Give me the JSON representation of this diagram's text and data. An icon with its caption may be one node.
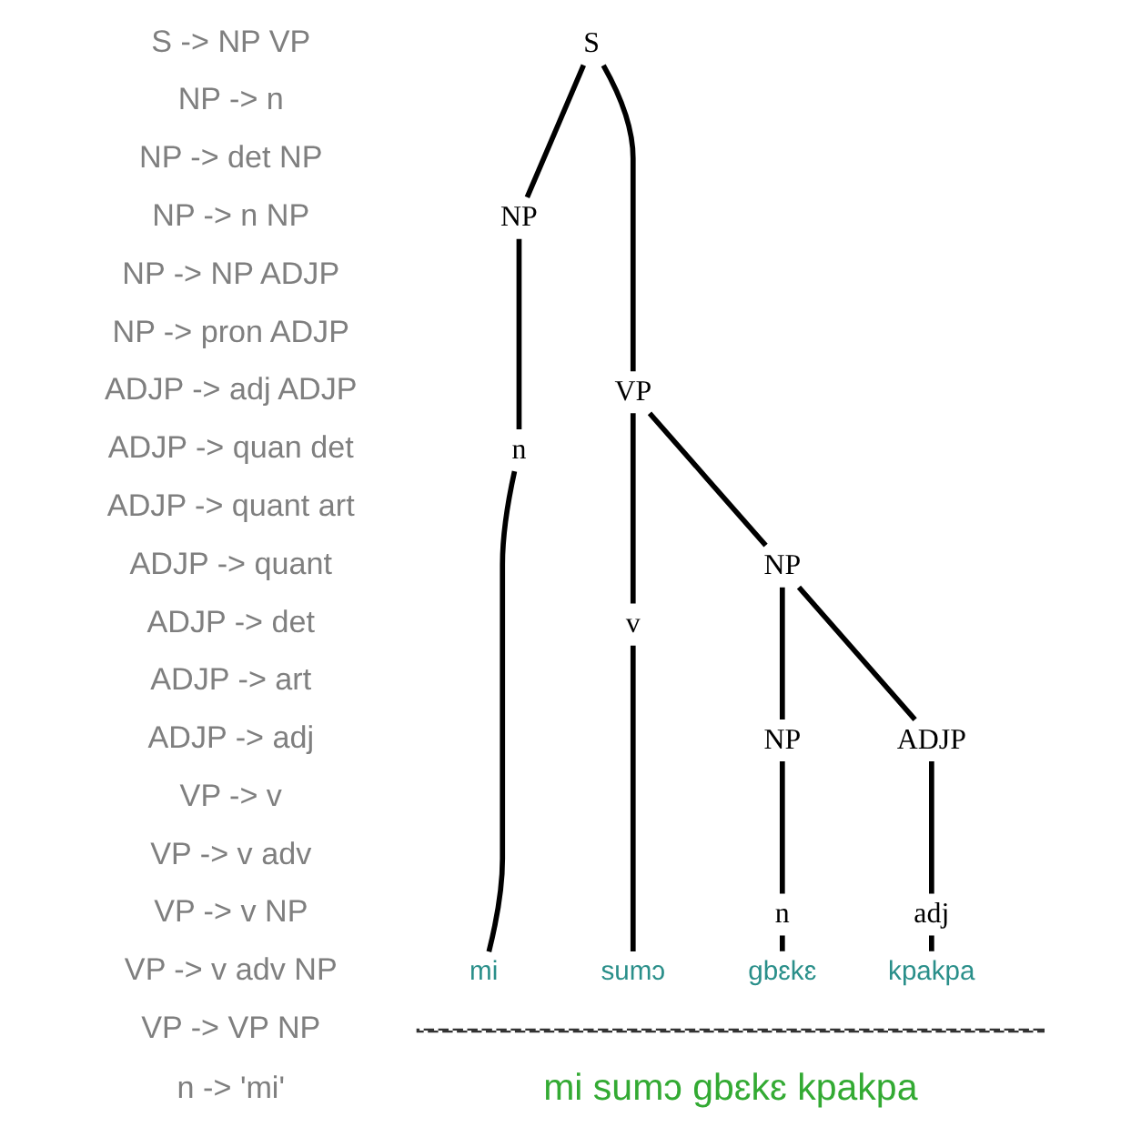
{
  "diagram": {
    "nodes": [
      {
        "text": [
          "S"
        ]
      },
      {
        "text": [
          "NP"
        ]
      },
      {
        "text": [
          "VP"
        ]
      },
      {
        "text": [
          "n"
        ]
      },
      {
        "text": [
          "v"
        ]
      },
      {
        "text": [
          "NP"
        ]
      },
      {
        "text": [
          "NP"
        ]
      },
      {
        "text": [
          "ADJP"
        ]
      },
      {
        "text": [
          "n"
        ]
      },
      {
        "text": [
          "adj"
        ]
      },
      {
        "text": [
          "mi"
        ]
      },
      {
        "text": [
          "sumɔ"
        ]
      },
      {
        "text": [
          "gbɛkɛ"
        ]
      },
      {
        "text": [
          "kpakpa"
        ]
      }
    ],
    "edges": [
      {
        "from": 0,
        "to": 1,
        "arrow": "none"
      },
      {
        "from": 0,
        "to": 2,
        "arrow": "none"
      },
      {
        "from": 1,
        "to": 3,
        "arrow": "none"
      },
      {
        "from": 2,
        "to": 4,
        "arrow": "none"
      },
      {
        "from": 2,
        "to": 5,
        "arrow": "none"
      },
      {
        "from": 5,
        "to": 6,
        "arrow": "none"
      },
      {
        "from": 5,
        "to": 7,
        "arrow": "none"
      },
      {
        "from": 6,
        "to": 8,
        "arrow": "none"
      },
      {
        "from": 7,
        "to": 9,
        "arrow": "none"
      },
      {
        "from": 3,
        "to": 10,
        "arrow": "none"
      },
      {
        "from": 4,
        "to": 11,
        "arrow": "none"
      },
      {
        "from": 8,
        "to": 12,
        "arrow": "none"
      },
      {
        "from": 9,
        "to": 13,
        "arrow": "none"
      }
    ],
    "labels": [
      "S -> NP VP",
      "NP -> n",
      "NP -> det NP",
      "NP -> n NP",
      "NP -> NP ADJP",
      "NP -> pron ADJP",
      "ADJP -> adj ADJP",
      "ADJP -> quan det",
      "ADJP -> quant art",
      "ADJP -> quant",
      "ADJP -> det",
      "ADJP -> art",
      "ADJP -> adj",
      "VP -> v",
      "VP -> v adv",
      "VP -> v NP",
      "VP -> v adv NP",
      "VP -> VP NP",
      "n -> 'mi'",
      "mi sumɔ gbɛkɛ kpakpa"
    ]
  }
}
